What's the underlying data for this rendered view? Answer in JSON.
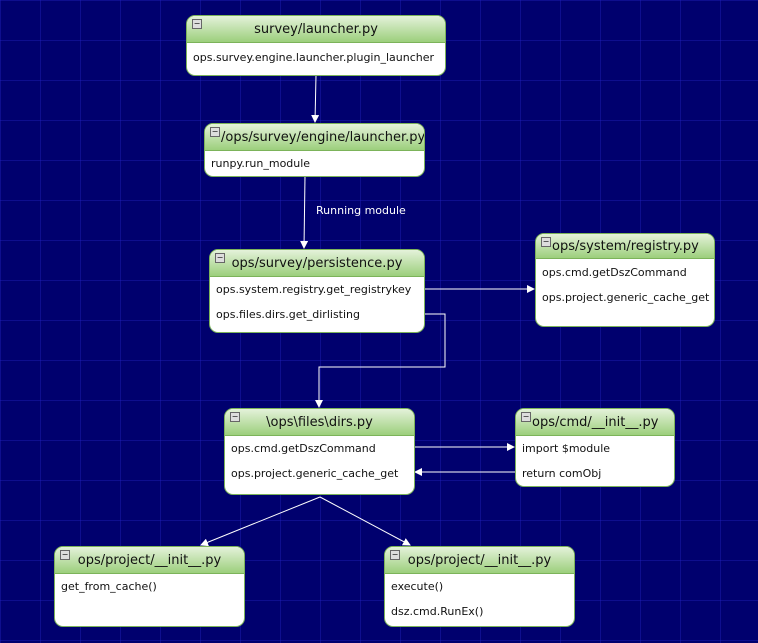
{
  "nodes": [
    {
      "title": "survey/launcher.py",
      "items": [
        "ops.survey.engine.launcher.plugin_launcher"
      ]
    },
    {
      "title": "/ops/survey/engine/launcher.py",
      "items": [
        "runpy.run_module"
      ]
    },
    {
      "title": "ops/survey/persistence.py",
      "items": [
        "ops.system.registry.get_registrykey",
        "ops.files.dirs.get_dirlisting"
      ]
    },
    {
      "title": "ops/system/registry.py",
      "items": [
        "ops.cmd.getDszCommand",
        "ops.project.generic_cache_get"
      ]
    },
    {
      "title": "\\ops\\files\\dirs.py",
      "items": [
        "ops.cmd.getDszCommand",
        "ops.project.generic_cache_get"
      ]
    },
    {
      "title": "ops/cmd/__init__.py",
      "items": [
        "import $module",
        "return comObj"
      ]
    },
    {
      "title": "ops/project/__init__.py",
      "items": [
        "get_from_cache()"
      ]
    },
    {
      "title": "ops/project/__init__.py",
      "items": [
        "execute()",
        "dsz.cmd.RunEx()"
      ]
    }
  ],
  "edge_labels": {
    "running": "Running module"
  },
  "collapse_glyph": "−"
}
